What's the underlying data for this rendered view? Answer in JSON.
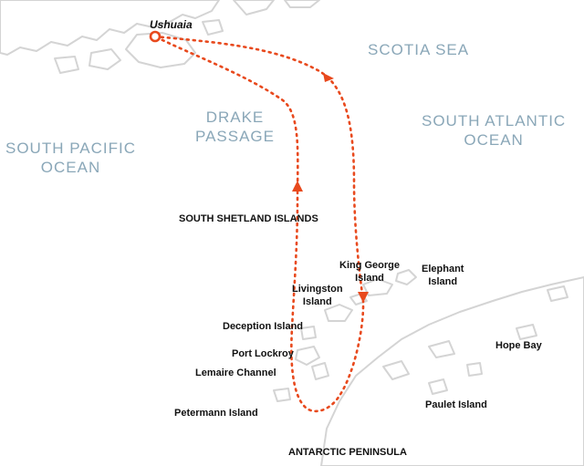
{
  "map": {
    "port": "Ushuaia",
    "seas": {
      "scotia_sea": "SCOTIA SEA",
      "drake_line1": "DRAKE",
      "drake_line2": "PASSAGE",
      "south_pacific_line1": "SOUTH PACIFIC",
      "south_pacific_line2": "OCEAN",
      "south_atlantic_line1": "SOUTH ATLANTIC",
      "south_atlantic_line2": "OCEAN"
    },
    "places": {
      "south_shetland": "SOUTH SHETLAND ISLANDS",
      "king_george_line1": "King George",
      "king_george_line2": "Island",
      "elephant_line1": "Elephant",
      "elephant_line2": "Island",
      "livingston_line1": "Livingston",
      "livingston_line2": "Island",
      "deception": "Deception Island",
      "port_lockroy": "Port Lockroy",
      "lemaire": "Lemaire Channel",
      "petermann": "Petermann Island",
      "hope_bay": "Hope Bay",
      "paulet": "Paulet Island",
      "antarctic_peninsula": "ANTARCTIC PENINSULA"
    },
    "colors": {
      "route": "#e8491d",
      "land": "#ffffff",
      "coast": "#d4d4d4",
      "sea_label": "#8aa7b8"
    }
  }
}
